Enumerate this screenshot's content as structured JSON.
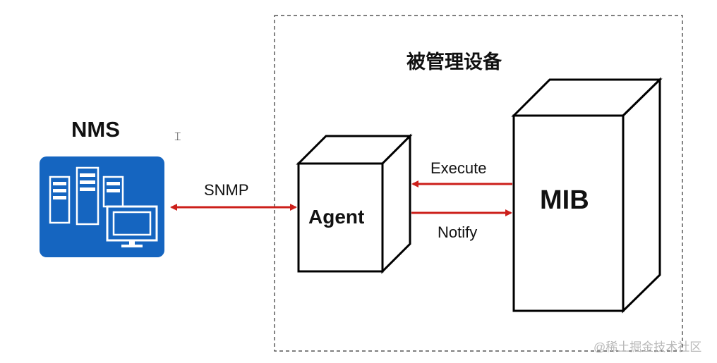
{
  "nms": {
    "title": "NMS"
  },
  "managed_device": {
    "title": "被管理设备"
  },
  "agent": {
    "label": "Agent"
  },
  "mib": {
    "label": "MIB"
  },
  "links": {
    "snmp": "SNMP",
    "execute": "Execute",
    "notify": "Notify"
  },
  "watermark": "@稀土掘金技术社区",
  "colors": {
    "arrow": "#cc1f1a",
    "nms_tile": "#1565c0",
    "box_stroke": "#000000",
    "dashed_border": "#333333"
  },
  "icons": {
    "nms": "server-computer-icon",
    "cursor": "text-cursor-icon"
  }
}
